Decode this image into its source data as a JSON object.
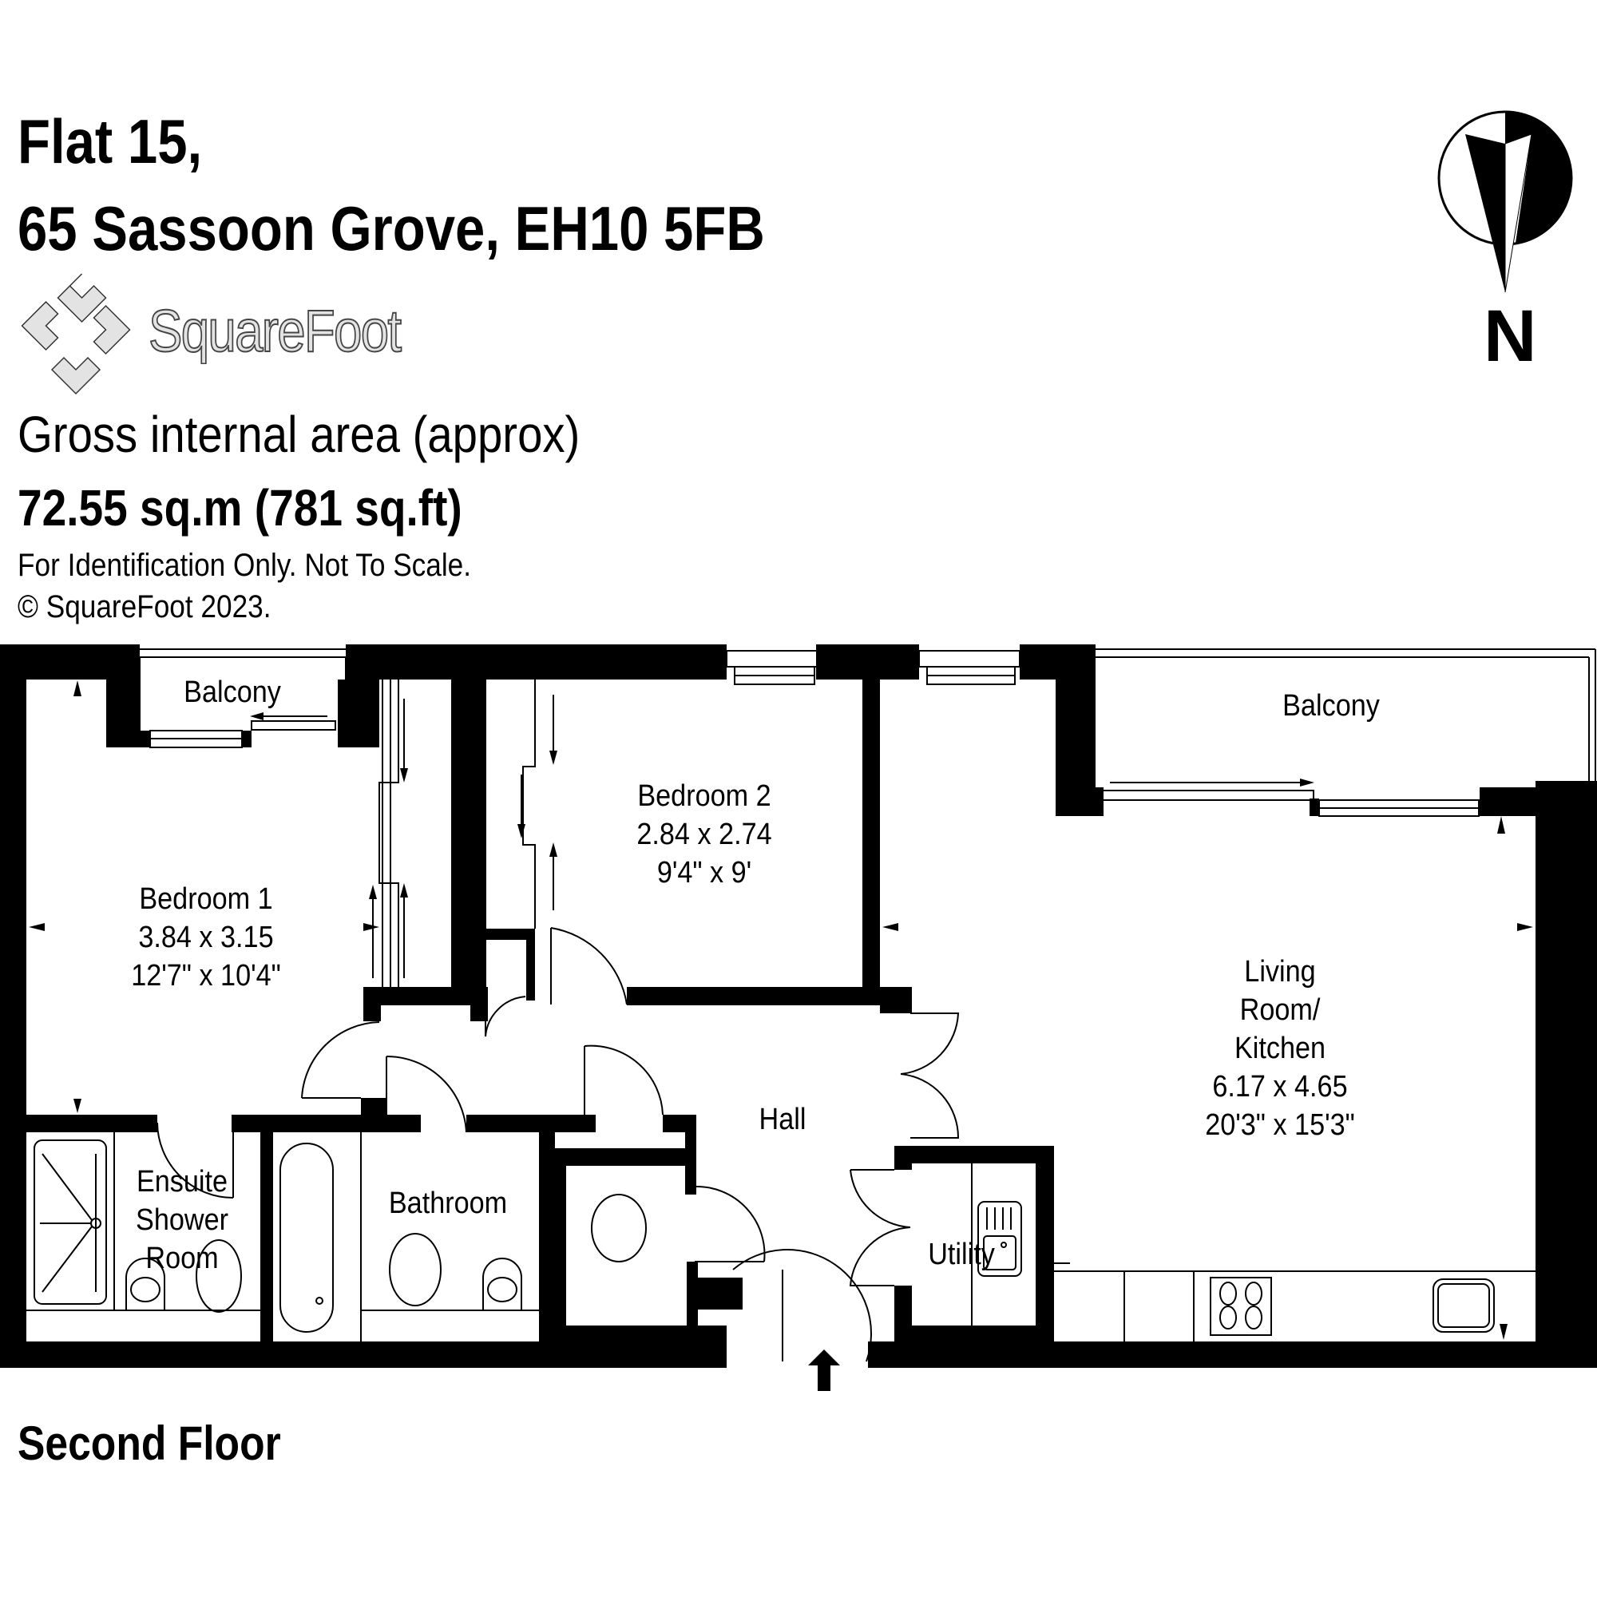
{
  "header": {
    "title_line1": "Flat 15,",
    "title_line2": "65 Sassoon Grove, EH10 5FB",
    "brand": "SquareFoot",
    "brand_logo_icon": "squarefoot-logo-icon"
  },
  "area": {
    "label": "Gross internal area (approx)",
    "value": "72.55 sq.m (781 sq.ft)"
  },
  "notes": {
    "disclaimer": "For Identification Only. Not To Scale.",
    "copyright": "© SquareFoot 2023."
  },
  "compass": {
    "icon": "north-arrow-icon",
    "label": "N"
  },
  "floor": {
    "label": "Second Floor"
  },
  "rooms": {
    "balcony_left": {
      "name": "Balcony"
    },
    "bedroom1": {
      "name": "Bedroom 1",
      "metric": "3.84 x 3.15",
      "imperial": "12'7\" x 10'4\""
    },
    "bedroom2": {
      "name": "Bedroom 2",
      "metric": "2.84 x 2.74",
      "imperial": "9'4\" x 9'"
    },
    "balcony_right": {
      "name": "Balcony"
    },
    "living": {
      "name_line1": "Living",
      "name_line2": "Room/",
      "name_line3": "Kitchen",
      "metric": "6.17 x 4.65",
      "imperial": "20'3\" x 15'3\""
    },
    "hall": {
      "name": "Hall"
    },
    "ensuite": {
      "name_line1": "Ensuite",
      "name_line2": "Shower",
      "name_line3": "Room"
    },
    "bathroom": {
      "name": "Bathroom"
    },
    "utility": {
      "name": "Utility"
    }
  },
  "colors": {
    "wall": "#000000",
    "background": "#ffffff",
    "logo_fill": "#e3e3e3"
  }
}
